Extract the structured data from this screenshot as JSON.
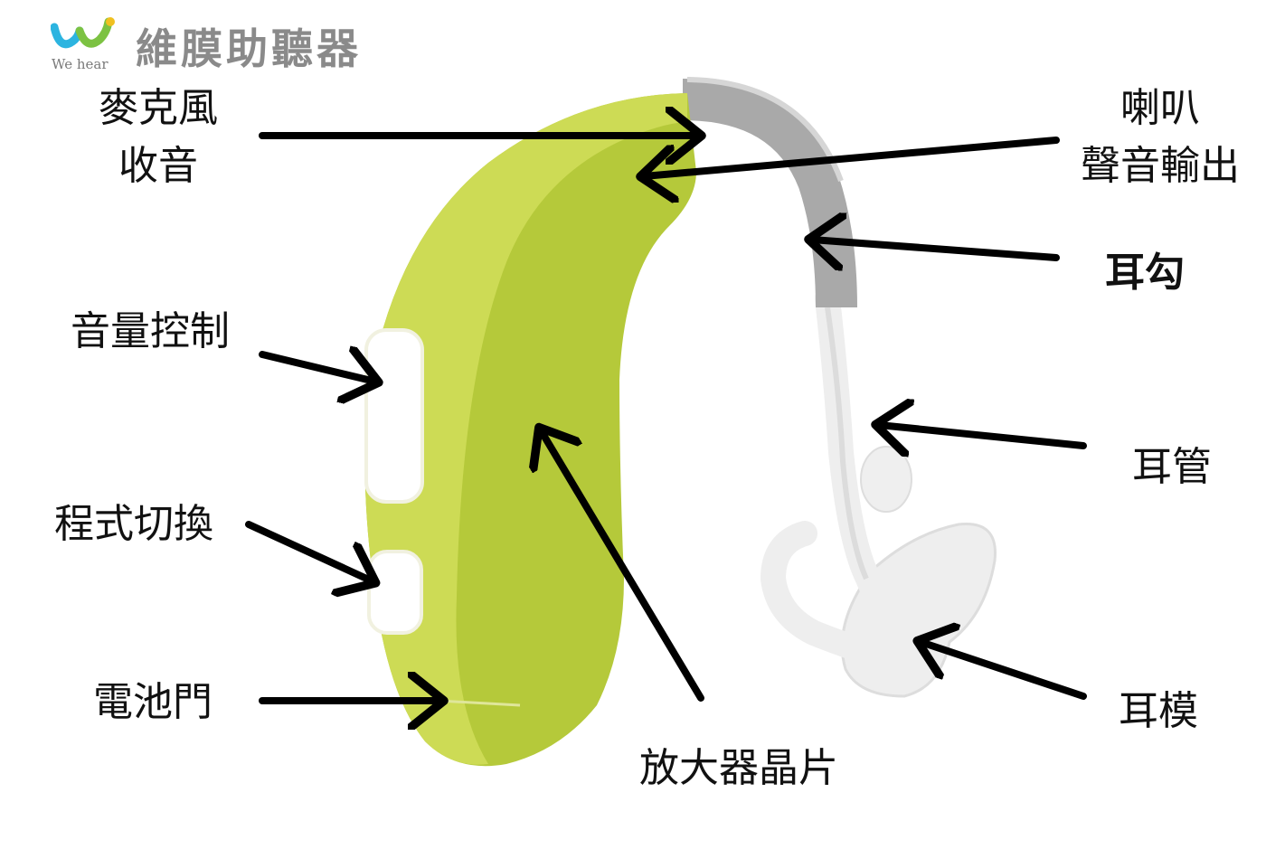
{
  "brand": {
    "name": "維膜助聽器",
    "subtitle": "We hear",
    "logo_colors": [
      "#2cb4e0",
      "#7cc242",
      "#f0c020"
    ]
  },
  "labels": {
    "microphone": {
      "line1": "麥克風",
      "line2": "收音"
    },
    "speaker": {
      "line1": "喇叭",
      "line2": "聲音輸出"
    },
    "ear_hook": "耳勾",
    "volume_control": "音量控制",
    "ear_tube": "耳管",
    "program_switch": "程式切換",
    "battery_door": "電池門",
    "ear_mold": "耳模",
    "amplifier_chip": "放大器晶片"
  },
  "colors": {
    "body_green": "#b5c93a",
    "body_highlight": "#cddb55",
    "hook_gray": "#a8a8a8",
    "tube_white": "#efefef",
    "arrow": "#000000"
  }
}
